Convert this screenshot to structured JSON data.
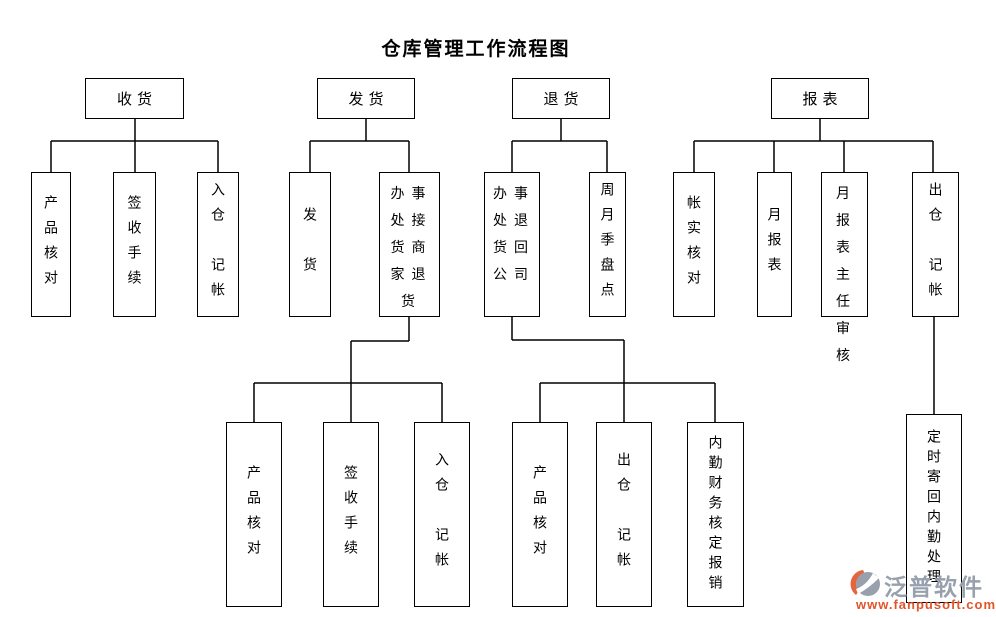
{
  "title": "仓库管理工作流程图",
  "colors": {
    "line": "#000000",
    "title": "#000000",
    "watermark_gray": "#98a0ad",
    "watermark_orange": "#e2542a"
  },
  "watermark": {
    "logo": "fanpu-logo",
    "brand": "泛普软件",
    "url": "www.fanpusoft.com"
  },
  "flowchart": {
    "type": "tree",
    "groups": [
      {
        "label": "收货",
        "children": [
          {
            "label": "产品核对"
          },
          {
            "label": "签收手续"
          },
          {
            "label": "入仓　记帐"
          }
        ]
      },
      {
        "label": "发货",
        "children": [
          {
            "label": "发　货"
          },
          {
            "label": "办事处接货商家退货",
            "children": [
              {
                "label": "产品核对"
              },
              {
                "label": "签收手续"
              },
              {
                "label": "入仓　记帐"
              }
            ]
          }
        ]
      },
      {
        "label": "退货",
        "children": [
          {
            "label": "办事处退货回公司",
            "children": [
              {
                "label": "产品核对"
              },
              {
                "label": "出仓　记帐"
              },
              {
                "label": "内勤财务核定报销"
              }
            ]
          },
          {
            "label": "周月季盘点"
          }
        ]
      },
      {
        "label": "报表",
        "children": [
          {
            "label": "帐实核对"
          },
          {
            "label": "月报表"
          },
          {
            "label": "月报表主任审核"
          },
          {
            "label": "出仓　记帐",
            "children": [
              {
                "label": "定时寄回内勤处理"
              }
            ]
          }
        ]
      }
    ]
  }
}
